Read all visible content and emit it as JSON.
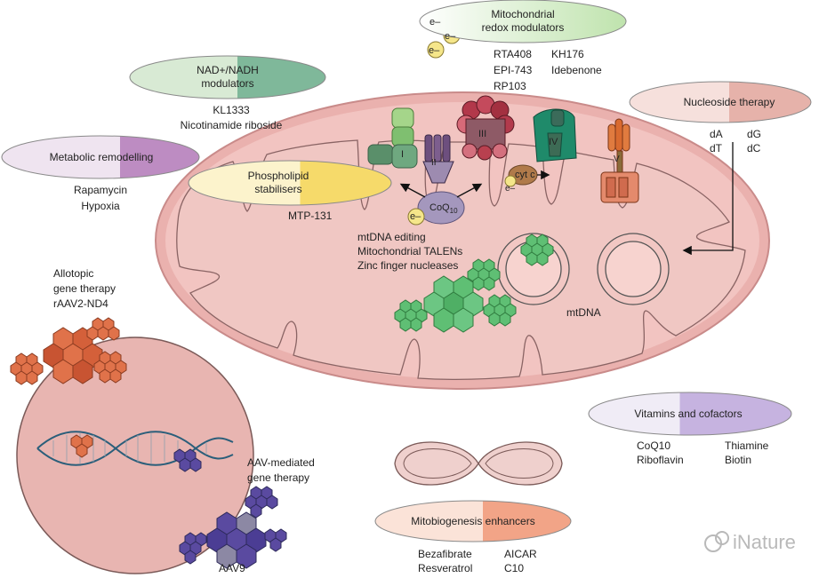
{
  "mitochondrial_redox": {
    "title_line1": "Mitochondrial",
    "title_line2": "redox modulators",
    "col1": [
      "RTA408",
      "EPI-743",
      "RP103"
    ],
    "col2": [
      "KH176",
      "Idebenone"
    ],
    "color": "#c8e6b8"
  },
  "nad_modulators": {
    "title_line1": "NAD+/NADH",
    "title_line2": "modulators",
    "items": [
      "KL1333",
      "Nicotinamide riboside"
    ],
    "color": "#8fc6a8"
  },
  "metabolic_remodelling": {
    "title": "Metabolic remodelling",
    "items": [
      "Rapamycin",
      "Hypoxia"
    ],
    "color": "#c59ac9"
  },
  "phospholipid": {
    "title_line1": "Phospholipid",
    "title_line2": "stabilisers",
    "item": "MTP-131",
    "color": "#f5df80"
  },
  "nucleoside": {
    "title": "Nucleoside therapy",
    "col1": [
      "dA",
      "dT"
    ],
    "col2": [
      "dG",
      "dC"
    ],
    "color": "#e8b7b0"
  },
  "complexes": {
    "c1": "I",
    "c2": "II",
    "c3": "III",
    "c4": "IV",
    "c5": "V",
    "cytc": "cyt c",
    "coq": "CoQ",
    "coq_sub": "10",
    "electron": "e–"
  },
  "editing": {
    "items": [
      "mtDNA editing",
      "Mitochondrial TALENs",
      "Zinc finger nucleases"
    ]
  },
  "mtdna_label": "mtDNA",
  "allotopic": {
    "items": [
      "Allotopic",
      "gene therapy",
      "rAAV2-ND4"
    ]
  },
  "aav_mediated": {
    "items": [
      "AAV-mediated",
      "gene therapy"
    ]
  },
  "aav9_label": "AAV9",
  "vitamins": {
    "title": "Vitamins and cofactors",
    "col1": [
      "CoQ10",
      "Riboflavin"
    ],
    "col2": [
      "Thiamine",
      "Biotin"
    ],
    "color": "#c9b8e2"
  },
  "mitobiogenesis": {
    "title": "Mitobiogenesis enhancers",
    "col1": [
      "Bezafibrate",
      "Resveratrol"
    ],
    "col2": [
      "AICAR",
      "C10"
    ],
    "color": "#f0a68a"
  },
  "watermark": "iNature"
}
